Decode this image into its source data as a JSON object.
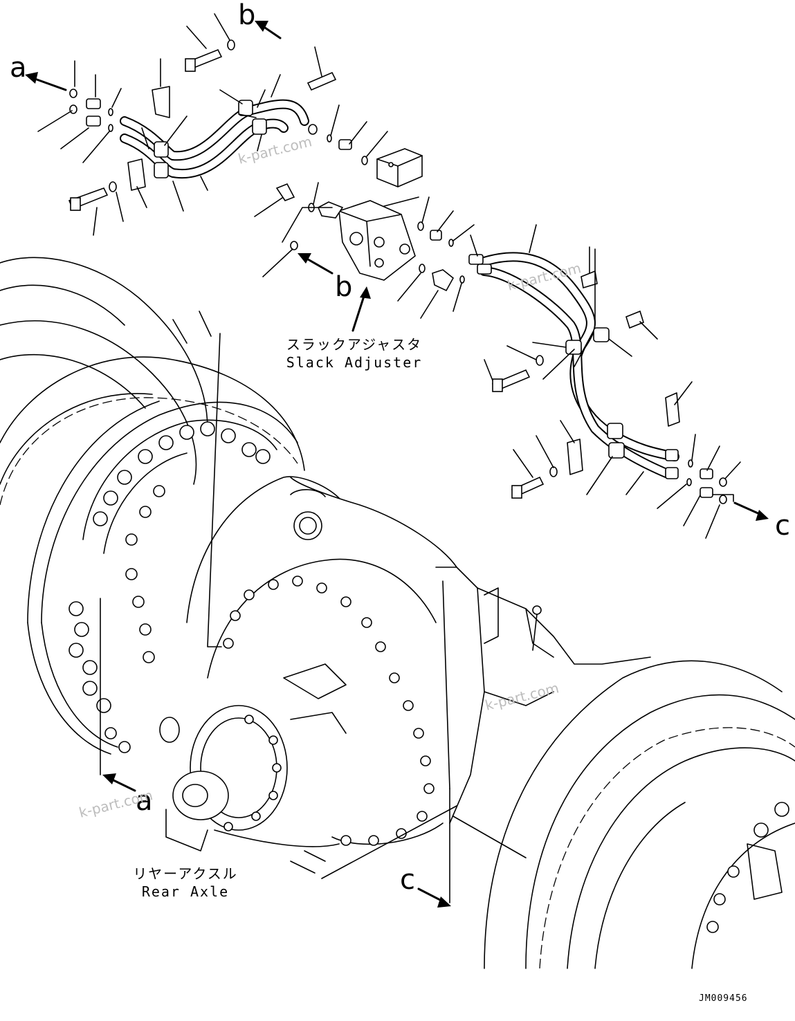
{
  "references": {
    "a_top": "a",
    "a_bottom": "a",
    "b_top": "b",
    "b_mid": "b",
    "c_right": "c",
    "c_bottom": "c"
  },
  "labels": {
    "slack_adjuster_jp": "スラックアジャスタ",
    "slack_adjuster_en": "Slack Adjuster",
    "rear_axle_jp": "リヤーアクスル",
    "rear_axle_en": "Rear Axle"
  },
  "watermark": "k-part.com",
  "drawing_code": "JM009456"
}
